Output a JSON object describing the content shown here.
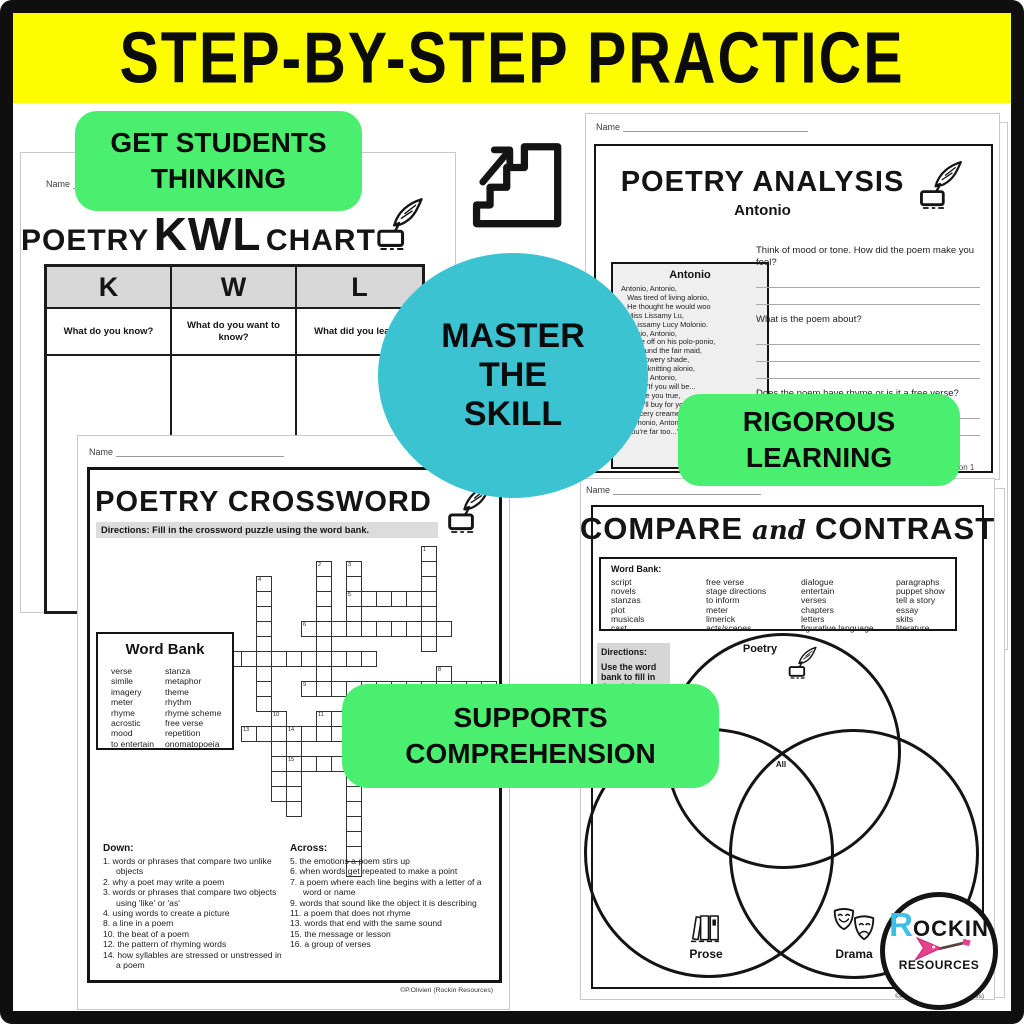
{
  "banner": {
    "title": "STEP-BY-STEP PRACTICE"
  },
  "colors": {
    "banner_yellow": "#FDFD00",
    "badge_green": "#4BEF70",
    "bubble_teal": "#3BC3D1",
    "table_gray": "#D8D8D8",
    "logo_cyan": "#3FBFE8",
    "logo_pink": "#E8418C"
  },
  "badges": {
    "top_left": "GET STUDENTS THINKING",
    "right": "RIGOROUS LEARNING",
    "bottom": "SUPPORTS COMPREHENSION"
  },
  "bubble": {
    "text": "MASTER THE SKILL"
  },
  "kwl_page": {
    "name_label": "Name",
    "title_pre": "POETRY",
    "title_mid": "KWL",
    "title_post": "CHART",
    "columns": [
      "K",
      "W",
      "L"
    ],
    "sub_questions": [
      "What do you know?",
      "What do you want to know?",
      "What did you learn?"
    ]
  },
  "analysis_page": {
    "name_label": "Name",
    "title": "POETRY ANALYSIS",
    "subtitle": "Antonio",
    "poem_title": "Antonio",
    "poem_lines": [
      "Antonio, Antonio,",
      "   Was tired of living alonio,",
      "   He thought he would woo",
      "   Miss Lissamy Lu,",
      "      Lissamy Lucy Molonio.",
      "",
      "Antonio, Antonio,",
      "   Rode off on his polo-ponio,",
      "   He found the fair maid,",
      "   In a flowery shade,",
      "      and knitting alonio,",
      "",
      "Antonio, Antonio,",
      "   Said, \"If you will be...",
      "   I'll love you true,",
      "   And I'll buy for you",
      "   An icery creamery...\"",
      "",
      "\"Oh, nonio, Antonio,",
      "   You're far too...\""
    ],
    "questions": [
      {
        "text": "Think of mood or tone. How did the poem make you feel?",
        "lines": 2
      },
      {
        "text": "What is the poem about?",
        "lines": 3
      },
      {
        "text": "Does the poem have rhyme or is it a free verse?",
        "lines": 2
      }
    ],
    "version_fragment": "ion 1",
    "back_page_fragment": "es)"
  },
  "crossword_page": {
    "name_label": "Name",
    "title": "POETRY CROSSWORD",
    "directions": "Directions: Fill in the crossword puzzle using the word bank.",
    "word_bank_title": "Word Bank",
    "word_bank_col1": [
      "verse",
      "simile",
      "imagery",
      "meter",
      "rhyme",
      "acrostic",
      "mood",
      "to entertain"
    ],
    "word_bank_col2": [
      "stanza",
      "metaphor",
      "theme",
      "rhythm",
      "rhyme scheme",
      "free verse",
      "repetition",
      "onomatopoeia"
    ],
    "down_title": "Down:",
    "down_clues": [
      "1.  words or phrases that compare two unlike objects",
      "2.  why a poet may write a poem",
      "3.  words or phrases that compare two objects using 'like' or 'as'",
      "4.  using words to create a picture",
      "8.  a line in a poem",
      "10. the beat of a poem",
      "12. the pattern of rhyming words",
      "14. how syllables are stressed or unstressed in a poem"
    ],
    "across_title": "Across:",
    "across_clues": [
      "5.  the emotions a poem stirs up",
      "6.  when words get repeated to make a point",
      "7.  a poem where each line begins with a letter of a word or name",
      "9.  words that sound like the object it is describing",
      "11. a poem that does not rhyme",
      "13. words that end with the same sound",
      "15. the message or lesson",
      "16. a group of verses"
    ],
    "footer": "©P.Olivieri (Rockin Resources)",
    "grid_runs": [
      [
        "v",
        13,
        0,
        7,
        "1"
      ],
      [
        "v",
        6,
        1,
        9,
        "2"
      ],
      [
        "v",
        8,
        1,
        5,
        "3"
      ],
      [
        "h",
        8,
        3,
        5,
        "5"
      ],
      [
        "v",
        2,
        2,
        9,
        "4"
      ],
      [
        "h",
        5,
        5,
        10,
        "6"
      ],
      [
        "h",
        0,
        7,
        10,
        "7"
      ],
      [
        "v",
        14,
        8,
        3,
        "8"
      ],
      [
        "h",
        5,
        9,
        13,
        "9"
      ],
      [
        "v",
        3,
        11,
        6,
        "10"
      ],
      [
        "h",
        6,
        11,
        9,
        "11"
      ],
      [
        "h",
        1,
        12,
        8,
        "13"
      ],
      [
        "v",
        4,
        12,
        6,
        "14"
      ],
      [
        "h",
        4,
        14,
        6,
        "15"
      ],
      [
        "v",
        8,
        9,
        13,
        ""
      ]
    ]
  },
  "compare_page": {
    "name_label": "Name",
    "title_left": "COMPARE",
    "title_and": "and",
    "title_right": "CONTRAST",
    "word_bank_label": "Word Bank:",
    "word_bank_columns": [
      [
        "script",
        "novels",
        "stanzas",
        "plot",
        "musicals",
        "cast"
      ],
      [
        "free verse",
        "stage directions",
        "to inform",
        "meter",
        "limerick",
        "acts/scenes"
      ],
      [
        "dialogue",
        "entertain",
        "verses",
        "chapters",
        "letters",
        "figurative language"
      ],
      [
        "paragraphs",
        "puppet show",
        "tell a story",
        "essay",
        "skits",
        "literature"
      ]
    ],
    "directions_label": "Directions:",
    "directions_text": "Use the word bank to fill in the circles",
    "venn_top_label": "Poetry",
    "venn_left_label": "Prose",
    "venn_right_label": "Drama",
    "venn_center_label": "All",
    "footer": "©P.Olivieri (Rockin Resources)"
  },
  "logo": {
    "initial": "R",
    "rest": "OCKIN",
    "bottom": "RESOURCES"
  }
}
